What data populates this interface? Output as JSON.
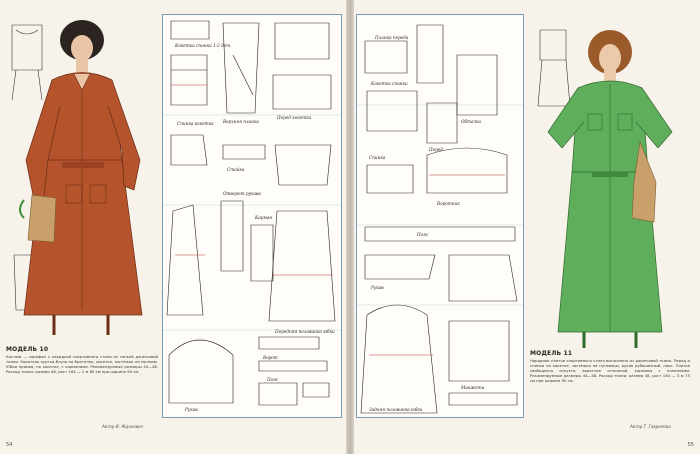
{
  "left_page": {
    "number": "54",
    "model_title": "МОДЕЛЬ 10",
    "description": "Костюм — сарафан с накидкой спортивного стиля из тонкой джинсовой ткани. Короткая куртка-блуза на бретелях, кокетка, застёжка на молнию. Юбка прямая, на кокетке, с карманами. Рекомендуемые размеры 44—48. Расход ткани: размер 48, рост 164 — 2 м 60 см при ширине 90 см.",
    "credit": "Автор И. Жданович"
  },
  "right_page": {
    "number": "55",
    "model_title": "МОДЕЛЬ 11",
    "description": "Нарядное платье спортивного стиля выполнено из джинсовой ткани. Перед и спинка на кокетке, застёжка на пуговицы, рукав рубашечный, пояс. Платье свободного силуэта, воротник отложной, карманы с клапанами. Рекомендуемые размеры 44—48. Расход ткани: размер 48, рост 164 — 3 м 75 см при ширине 90 см.",
    "credit": "Автор Т. Гаврилова"
  },
  "pattern_labels_left": [
    "Кокетка спинки 1-2 дет.",
    "Спинка кокетка",
    "Стойка",
    "Карман",
    "Верхняя планка",
    "Перед кокетка",
    "Отворот рукава",
    "Передняя половинка юбки",
    "Ворот",
    "Пояс",
    "Рукав"
  ],
  "pattern_labels_right": [
    "Планка переда",
    "Кокетка спинки",
    "Обтачка",
    "Перед",
    "Спинка",
    "Воротник",
    "Пояс",
    "Рукав",
    "Манжета",
    "Задняя половинка юбки"
  ],
  "colors": {
    "left_dress": "#b5532c",
    "right_dress": "#5fae5c",
    "bag": "#c9a06a",
    "panel_border": "#7a9bb8"
  }
}
